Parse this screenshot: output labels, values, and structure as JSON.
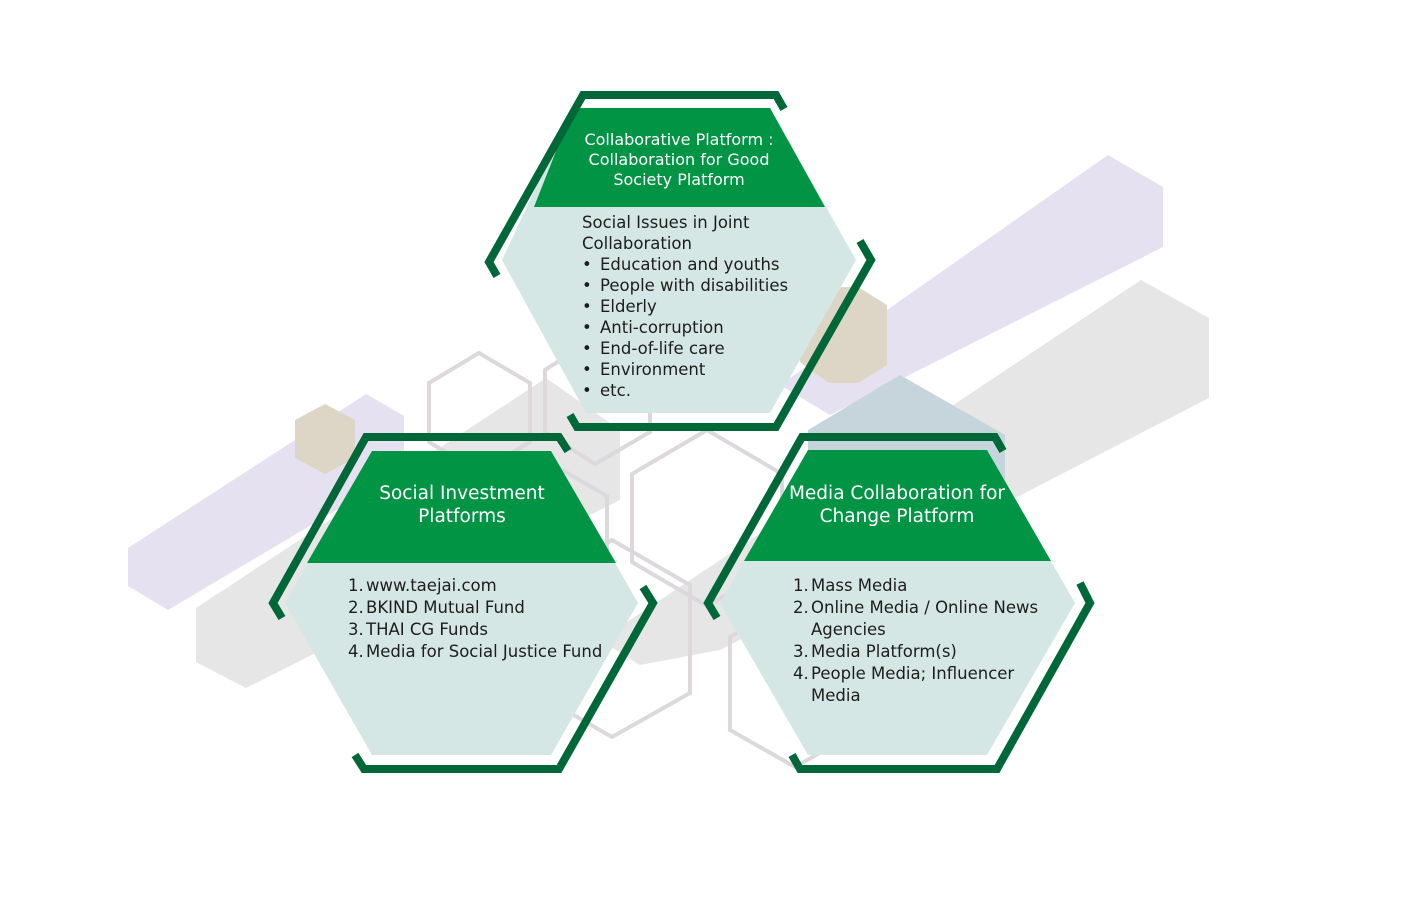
{
  "colors": {
    "header_green": "#009444",
    "frame_dark_green": "#006838",
    "body_light": "#d5e7e4",
    "bg_purple": "#e6e1f0",
    "bg_gray": "#e6e6e6",
    "bg_beige": "#ddd5c5",
    "bg_blue_gray": "#c5d5db",
    "bg_outline": "#dcd8dc",
    "text_dark": "#1d1d1b",
    "text_white": "#ffffff"
  },
  "hexagons": [
    {
      "id": "collaborative",
      "title": "Collaborative Platform : Collaboration for Good Society Platform",
      "intro": "Social Issues in Joint Collaboration",
      "list_style": "bullet",
      "marker": "•",
      "items": [
        "Education and youths",
        "People with disabilities",
        "Elderly",
        "Anti-corruption",
        "End-of-life care",
        "Environment",
        "etc."
      ]
    },
    {
      "id": "social-investment",
      "title": "Social Investment Platforms",
      "list_style": "numbered",
      "markers": [
        "1.",
        "2.",
        "3.",
        "4."
      ],
      "items": [
        "www.taejai.com",
        "BKIND Mutual Fund",
        "THAI CG Funds",
        "Media for Social Justice Fund"
      ]
    },
    {
      "id": "media-collaboration",
      "title": "Media Collaboration for Change Platform",
      "list_style": "numbered",
      "markers": [
        "1.",
        "2.",
        "3.",
        "4."
      ],
      "items": [
        "Mass Media",
        "Online Media / Online News Agencies",
        "Media Platform(s)",
        "People Media; Influencer Media"
      ]
    }
  ]
}
